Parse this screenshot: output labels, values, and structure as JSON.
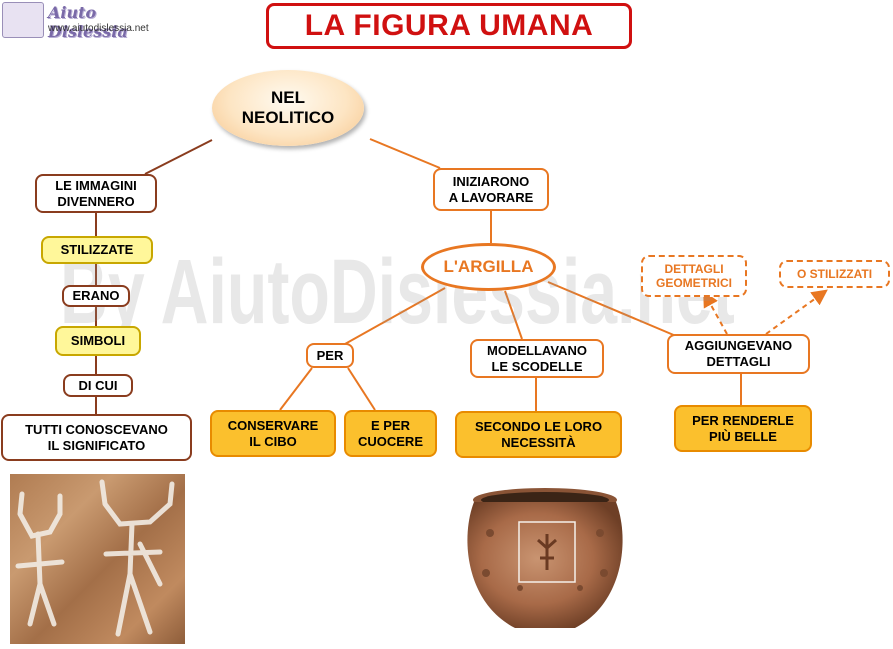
{
  "header": {
    "title": "LA FIGURA UMANA",
    "logo_name": "Aiuto Dislessia",
    "logo_url": "www.aiutodislessia.net"
  },
  "watermark": "By AiutoDislessia.net",
  "map": {
    "root": "NEL\nNEOLITICO",
    "left_branch": {
      "immagini": "LE IMMAGINI\nDIVENNERO",
      "stilizzate": "STILIZZATE",
      "erano": "ERANO",
      "simboli": "SIMBOLI",
      "di_cui": "DI CUI",
      "conoscevano": "TUTTI CONOSCEVANO\nIL SIGNIFICATO"
    },
    "right_branch": {
      "iniziarono": "INIZIARONO\nA LAVORARE",
      "argilla": "L'ARGILLA",
      "per": "PER",
      "conservare": "CONSERVARE\nIL CIBO",
      "cuocere": "E PER\nCUOCERE",
      "modellavano": "MODELLAVANO\nLE SCODELLE",
      "necessita": "SECONDO LE LORO\nNECESSITÀ",
      "aggiungevano": "AGGIUNGEVANO\nDETTAGLI",
      "piu_belle": "PER RENDERLE\nPIÙ BELLE",
      "geometrici": "DETTAGLI\nGEOMETRICI",
      "stilizzati": "O STILIZZATI"
    }
  },
  "colors": {
    "title_red": "#d01010",
    "brown_line": "#8a3c1e",
    "orange_line": "#e87722",
    "yellow_fill": "#fff79a",
    "orange_fill": "#fbc02d"
  }
}
